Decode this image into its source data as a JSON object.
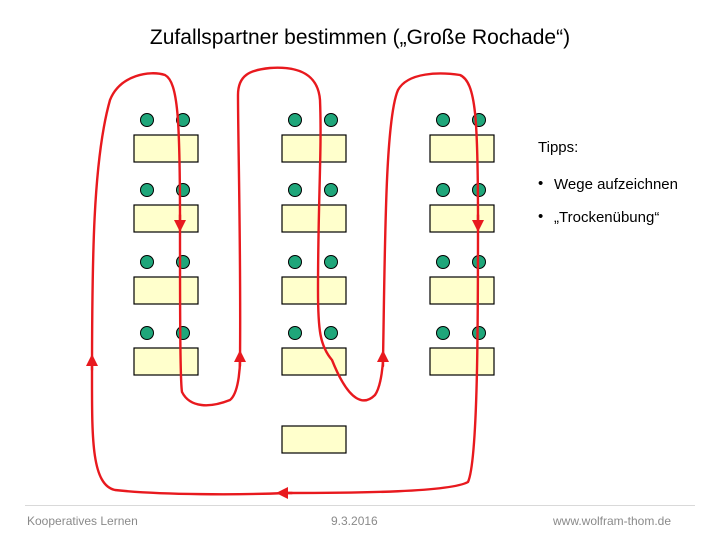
{
  "title": "Zufallspartner bestimmen („Große Rochade“)",
  "tips": {
    "heading": "Tipps:",
    "items": [
      "Wege aufzeichnen",
      "„Trockenübung“"
    ]
  },
  "footer": {
    "left": "Kooperatives Lernen",
    "center": "9.3.2016",
    "right": "www.wolfram-thom.de"
  },
  "colors": {
    "desk_fill": "#ffffcc",
    "desk_stroke": "#000000",
    "seat_fill": "#1fa67a",
    "path": "#e8191e"
  },
  "layout": {
    "columns": 3,
    "rows": 4,
    "extra_desk": "center-column-below",
    "seats_per_desk": 2
  }
}
